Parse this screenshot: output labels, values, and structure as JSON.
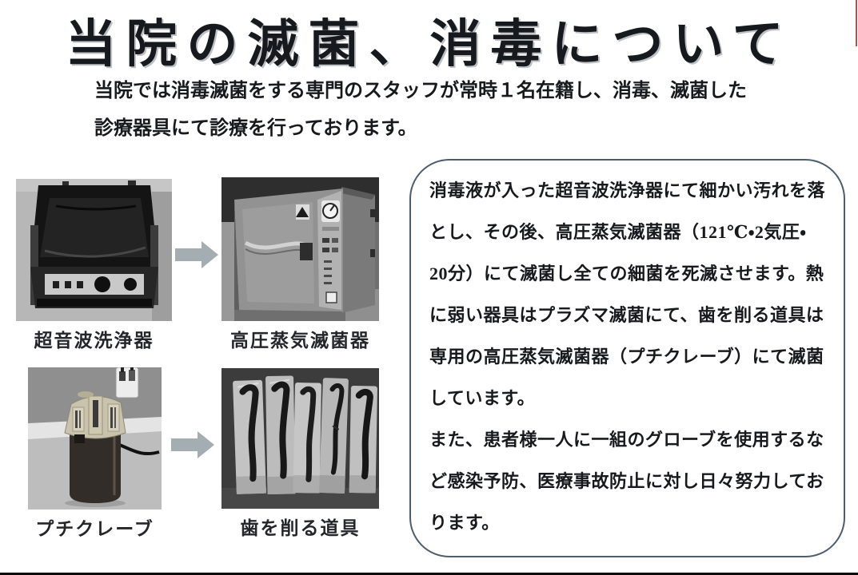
{
  "title": "当院の滅菌、消毒について",
  "intro": {
    "line1": "当院では消毒滅菌をする専門のスタッフが常時１名在籍し、消毒、滅菌した",
    "line2": "診療器具にて診療を行っております。"
  },
  "figures": [
    {
      "id": "ultrasonic-cleaner",
      "caption": "超音波洗浄器"
    },
    {
      "id": "autoclave",
      "caption": "高圧蒸気滅菌器"
    },
    {
      "id": "petit-clave",
      "caption": "プチクレーブ"
    },
    {
      "id": "dental-handpieces",
      "caption": "歯を削る道具"
    }
  ],
  "info_box": {
    "lines": [
      "消毒液が入った超音波洗浄器にて細かい汚れを落",
      "とし、その後、高圧蒸気滅菌器（121℃・2気圧・",
      "20分）にて滅菌し全ての細菌を死滅させます。熱",
      "に弱い器具はプラズマ滅菌にて、歯を削る道具は",
      "専用の高圧蒸気滅菌器（プチクレーブ）にて滅菌",
      "しています。",
      "また、患者様一人に一組のグローブを使用するな",
      "ど感染予防、医療事故防止に対し日々努力してお",
      "ります。"
    ]
  },
  "colors": {
    "arrow": "#a3adb2",
    "box_border": "#4e5d6b"
  }
}
